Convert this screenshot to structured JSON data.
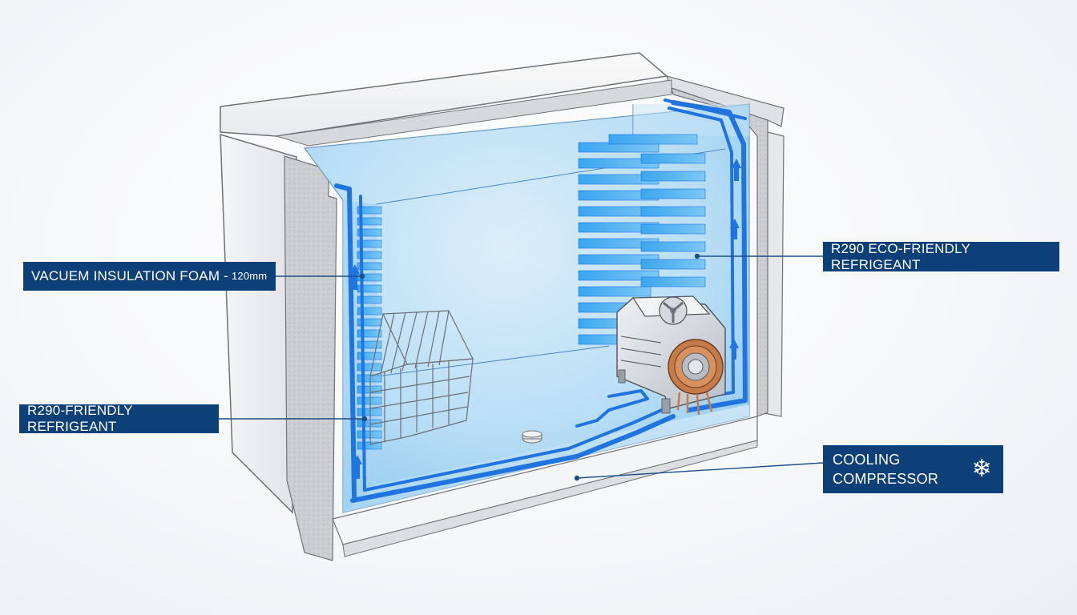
{
  "callouts": {
    "insulation": {
      "label": "VACUEM INSULATION FOAM -",
      "size": "120mm"
    },
    "r290_eco": {
      "label": "R290 ECO-FRIENDLY REFRIGEANT"
    },
    "r290_friendly": {
      "label": "R290-FRIENDLY REFRIGEANT"
    },
    "compressor": {
      "line1": "COOLING",
      "line2": "COMPRESSOR",
      "icon": "snowflake-icon"
    }
  },
  "colors": {
    "callout_bg": "#0d3f78",
    "callout_text": "#ffffff",
    "refrigerant_line": "#1f74e0",
    "fins": "#45aef0",
    "interior_glow": "#9fd3f3",
    "cabinet": "#e9ebee",
    "foam": "#cfd1d4",
    "copper": "#c57a4a"
  }
}
